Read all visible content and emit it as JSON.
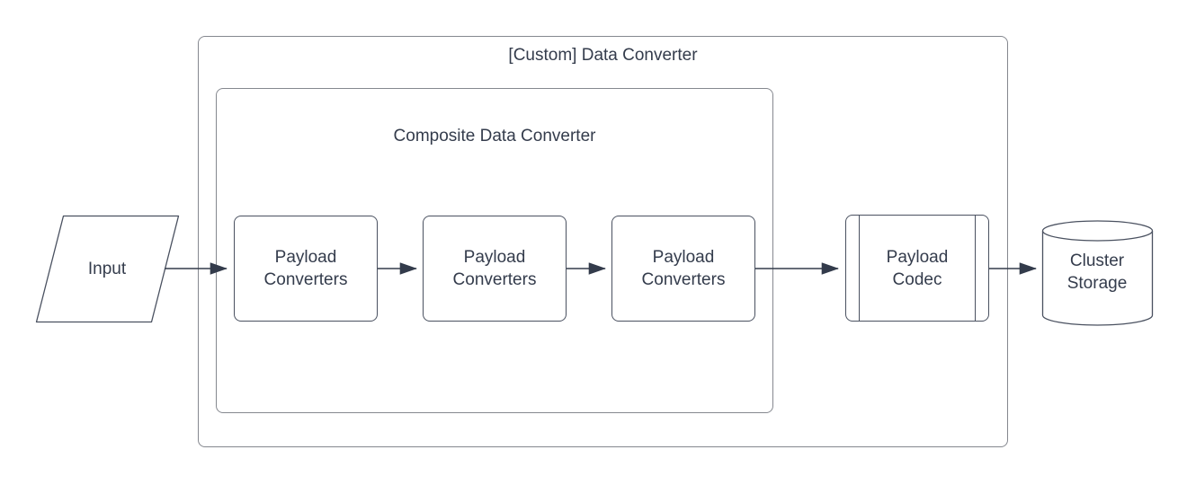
{
  "diagram": {
    "outer_group": {
      "title": "[Custom] Data Converter"
    },
    "inner_group": {
      "title": "Composite Data Converter"
    },
    "nodes": {
      "input": {
        "label": "Input",
        "shape": "parallelogram"
      },
      "converter_1": {
        "label": "Payload Converters",
        "shape": "process"
      },
      "converter_2": {
        "label": "Payload Converters",
        "shape": "process"
      },
      "converter_3": {
        "label": "Payload Converters",
        "shape": "process"
      },
      "payload_codec": {
        "label": "Payload Codec",
        "shape": "predefined-process"
      },
      "cluster_storage": {
        "label": "Cluster Storage",
        "shape": "cylinder"
      }
    },
    "connectors": [
      {
        "from": "input",
        "to": "converter_1"
      },
      {
        "from": "converter_1",
        "to": "converter_2"
      },
      {
        "from": "converter_2",
        "to": "converter_3"
      },
      {
        "from": "converter_3",
        "to": "payload_codec"
      },
      {
        "from": "payload_codec",
        "to": "cluster_storage"
      }
    ],
    "colors": {
      "background": "#ffffff",
      "container_stroke": "#85888f",
      "shape_stroke": "#4a5160",
      "connector": "#333b4b",
      "text": "#343c4c"
    }
  }
}
